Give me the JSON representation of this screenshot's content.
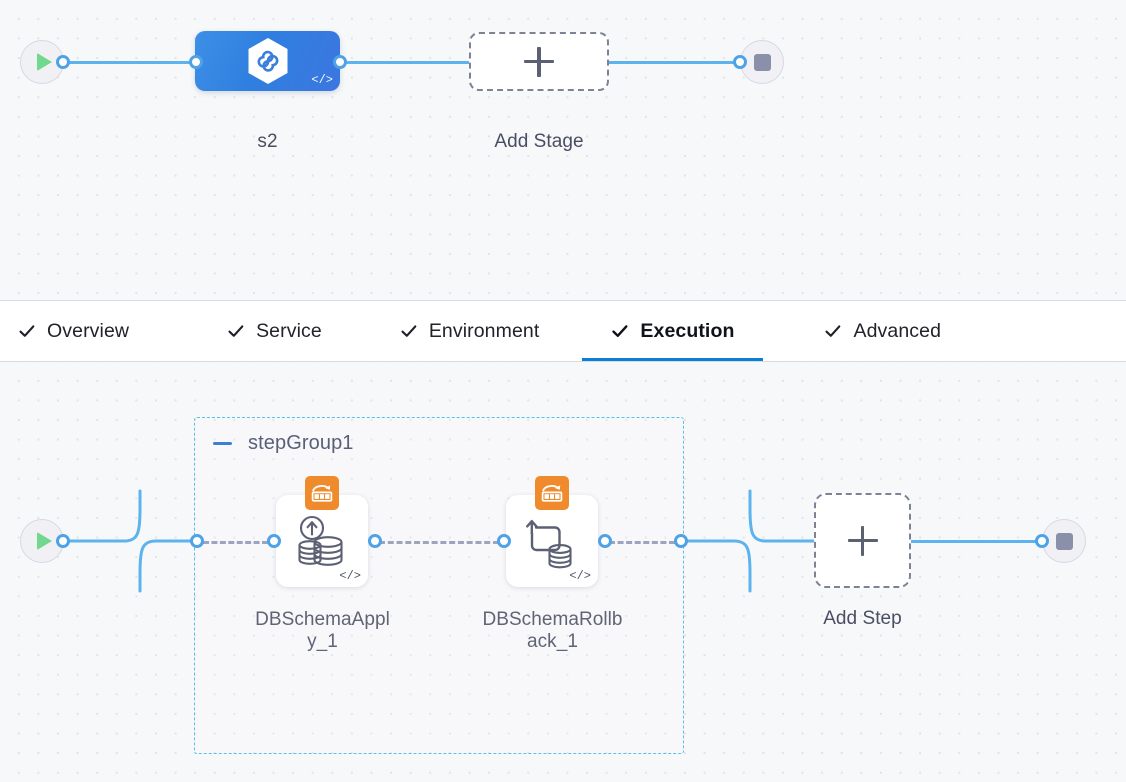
{
  "canvas_top": {
    "name": "pipeline-stage-canvas",
    "start_node": {
      "icon": "play-icon",
      "title": "Pipeline Start"
    },
    "end_node": {
      "icon": "stop-icon",
      "title": "Pipeline End"
    },
    "stage": {
      "label": "s2",
      "icon": "hexagon-link-icon",
      "code_badge": "</>"
    },
    "add_stage": {
      "label": "Add Stage",
      "icon": "plus-icon"
    }
  },
  "tabs": {
    "items": [
      {
        "label": "Overview",
        "icon": "check-icon",
        "active": false
      },
      {
        "label": "Service",
        "icon": "check-icon",
        "active": false
      },
      {
        "label": "Environment",
        "icon": "check-icon",
        "active": false
      },
      {
        "label": "Execution",
        "icon": "check-icon",
        "active": true
      },
      {
        "label": "Advanced",
        "icon": "check-icon",
        "active": false
      }
    ],
    "active_color": "#0b7fd4"
  },
  "canvas_bottom": {
    "name": "execution-steps-canvas",
    "start_node": {
      "icon": "play-icon",
      "title": "Execution Start"
    },
    "end_node": {
      "icon": "stop-icon",
      "title": "Execution End"
    },
    "step_group": {
      "title": "stepGroup1",
      "collapse_icon": "minus-icon",
      "border_color": "#56c2e8",
      "steps": [
        {
          "label": "DBSchemaApply_1",
          "label_lines": [
            "DBSchemaAppl",
            "y_1"
          ],
          "badge_icon": "rollback-stage-icon",
          "badge_color": "#ef8b2c",
          "glyph_icon": "database-apply-icon",
          "code_badge": "</>"
        },
        {
          "label": "DBSchemaRollback_1",
          "label_lines": [
            "DBSchemaRollb",
            "ack_1"
          ],
          "badge_icon": "rollback-stage-icon",
          "badge_color": "#ef8b2c",
          "glyph_icon": "database-rollback-icon",
          "code_badge": "</>"
        }
      ]
    },
    "add_step": {
      "label": "Add Step",
      "icon": "plus-icon"
    }
  },
  "theme": {
    "canvas_bg": "#f7f8fa",
    "wire_color": "#5cb3ee",
    "port_color": "#4da2e8",
    "stage_color": "#2f7fe0",
    "dashed_wire_color": "#9ea3be"
  }
}
